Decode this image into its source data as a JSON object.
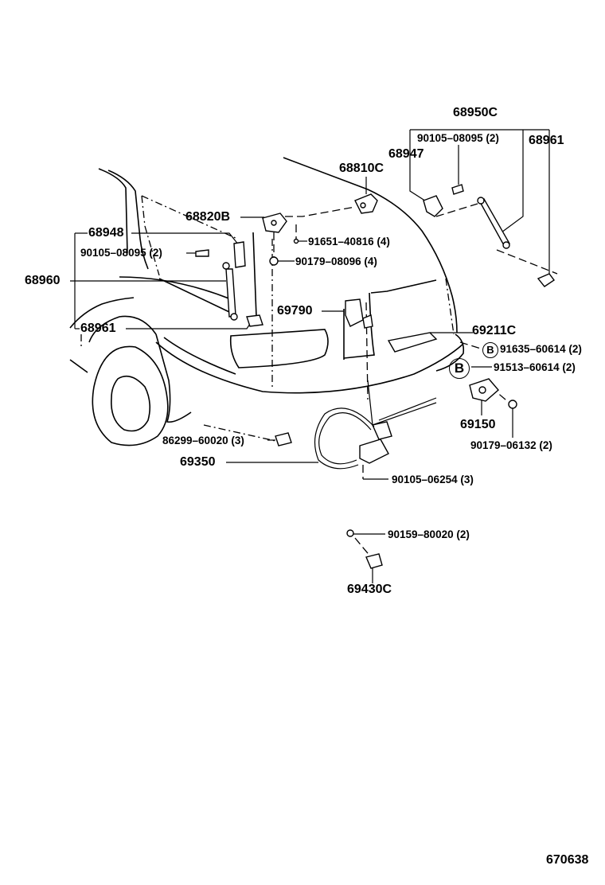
{
  "labels": {
    "p68950C": "68950C",
    "p90105_08095_a": "90105–08095 (2)",
    "p68947": "68947",
    "p68961_a": "68961",
    "p68810C": "68810C",
    "p68820B": "68820B",
    "p68948": "68948",
    "p91651_40816": "91651–40816 (4)",
    "p90105_08095_b": "90105–08095 (2)",
    "p90179_08096": "90179–08096 (4)",
    "p68960": "68960",
    "p69790": "69790",
    "p68961_b": "68961",
    "p69211C": "69211C",
    "p91635_60614": "91635–60614 (2)",
    "p91513_60614": "91513–60614 (2)",
    "p69150": "69150",
    "p90179_06132": "90179–06132 (2)",
    "p86299_60020": "86299–60020 (3)",
    "p69350": "69350",
    "p90105_06254": "90105–06254 (3)",
    "p90159_80020": "90159–80020 (2)",
    "p69430C": "69430C",
    "ref": "670638"
  },
  "markers": {
    "b_small": "B",
    "b_large": "B"
  }
}
